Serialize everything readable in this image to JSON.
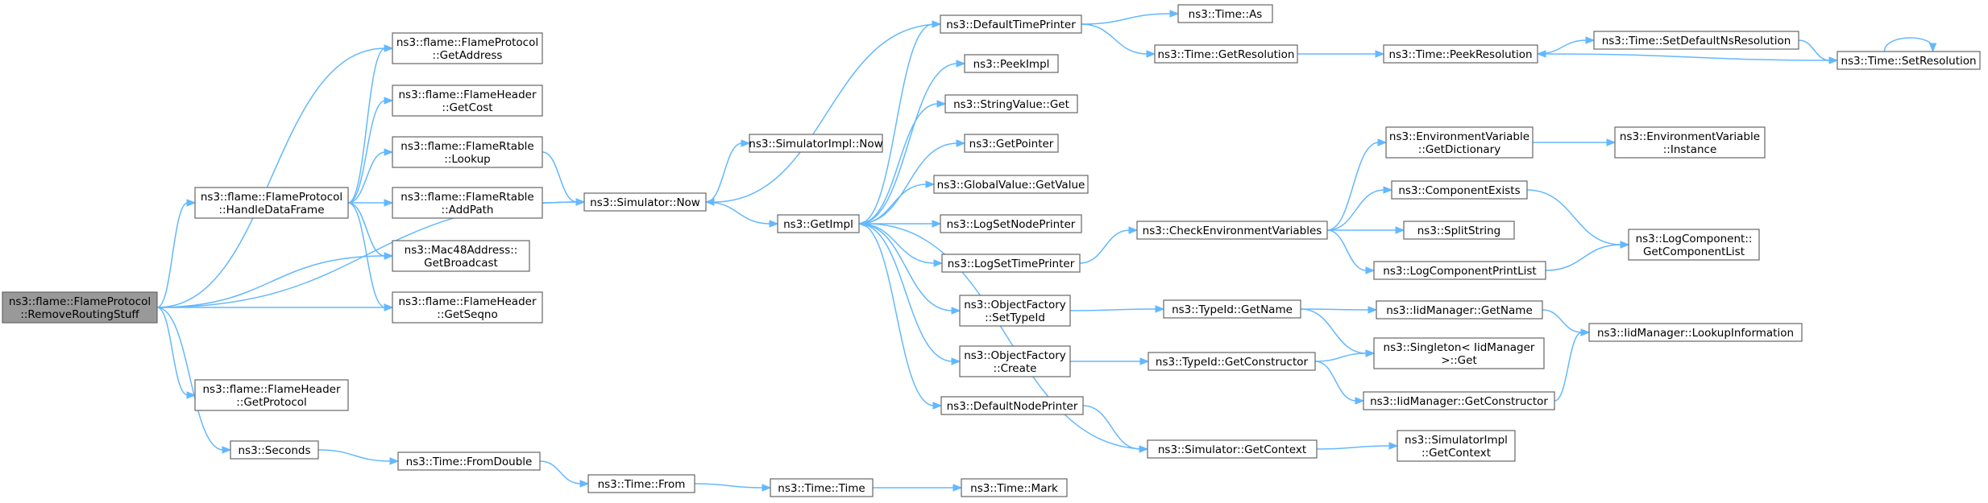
{
  "diagram": {
    "nodes": [
      {
        "id": "root",
        "lines": [
          "ns3::flame::FlameProtocol",
          "::RemoveRoutingStuff"
        ],
        "root": true
      },
      {
        "id": "handle",
        "lines": [
          "ns3::flame::FlameProtocol",
          "::HandleDataFrame"
        ]
      },
      {
        "id": "getproto",
        "lines": [
          "ns3::flame::FlameHeader",
          "::GetProtocol"
        ]
      },
      {
        "id": "seconds",
        "lines": [
          "ns3::Seconds"
        ]
      },
      {
        "id": "getaddr",
        "lines": [
          "ns3::flame::FlameProtocol",
          "::GetAddress"
        ]
      },
      {
        "id": "getcost",
        "lines": [
          "ns3::flame::FlameHeader",
          "::GetCost"
        ]
      },
      {
        "id": "lookup",
        "lines": [
          "ns3::flame::FlameRtable",
          "::Lookup"
        ]
      },
      {
        "id": "addpath",
        "lines": [
          "ns3::flame::FlameRtable",
          "::AddPath"
        ]
      },
      {
        "id": "bcast",
        "lines": [
          "ns3::Mac48Address::",
          "GetBroadcast"
        ]
      },
      {
        "id": "seqno",
        "lines": [
          "ns3::flame::FlameHeader",
          "::GetSeqno"
        ]
      },
      {
        "id": "simnow",
        "lines": [
          "ns3::Simulator::Now"
        ]
      },
      {
        "id": "implnow",
        "lines": [
          "ns3::SimulatorImpl::Now"
        ]
      },
      {
        "id": "getimpl",
        "lines": [
          "ns3::GetImpl"
        ]
      },
      {
        "id": "fromdouble",
        "lines": [
          "ns3::Time::FromDouble"
        ]
      },
      {
        "id": "from",
        "lines": [
          "ns3::Time::From"
        ]
      },
      {
        "id": "timetime",
        "lines": [
          "ns3::Time::Time"
        ]
      },
      {
        "id": "mark",
        "lines": [
          "ns3::Time::Mark"
        ]
      },
      {
        "id": "dtp",
        "lines": [
          "ns3::DefaultTimePrinter"
        ]
      },
      {
        "id": "peekimpl",
        "lines": [
          "ns3::PeekImpl"
        ]
      },
      {
        "id": "strget",
        "lines": [
          "ns3::StringValue::Get"
        ]
      },
      {
        "id": "getptr",
        "lines": [
          "ns3::GetPointer"
        ]
      },
      {
        "id": "gvget",
        "lines": [
          "ns3::GlobalValue::GetValue"
        ]
      },
      {
        "id": "lsnp",
        "lines": [
          "ns3::LogSetNodePrinter"
        ]
      },
      {
        "id": "lstp",
        "lines": [
          "ns3::LogSetTimePrinter"
        ]
      },
      {
        "id": "ofset",
        "lines": [
          "ns3::ObjectFactory",
          "::SetTypeId"
        ]
      },
      {
        "id": "ofcreate",
        "lines": [
          "ns3::ObjectFactory",
          "::Create"
        ]
      },
      {
        "id": "dnp",
        "lines": [
          "ns3::DefaultNodePrinter"
        ]
      },
      {
        "id": "timeas",
        "lines": [
          "ns3::Time::As"
        ]
      },
      {
        "id": "getres",
        "lines": [
          "ns3::Time::GetResolution"
        ]
      },
      {
        "id": "peekres",
        "lines": [
          "ns3::Time::PeekResolution"
        ]
      },
      {
        "id": "setdefres",
        "lines": [
          "ns3::Time::SetDefaultNsResolution"
        ]
      },
      {
        "id": "setres",
        "lines": [
          "ns3::Time::SetResolution"
        ]
      },
      {
        "id": "checkenv",
        "lines": [
          "ns3::CheckEnvironmentVariables"
        ]
      },
      {
        "id": "envdict",
        "lines": [
          "ns3::EnvironmentVariable",
          "::GetDictionary"
        ]
      },
      {
        "id": "envinst",
        "lines": [
          "ns3::EnvironmentVariable",
          "::Instance"
        ]
      },
      {
        "id": "compexists",
        "lines": [
          "ns3::ComponentExists"
        ]
      },
      {
        "id": "split",
        "lines": [
          "ns3::SplitString"
        ]
      },
      {
        "id": "lcpl",
        "lines": [
          "ns3::LogComponentPrintList"
        ]
      },
      {
        "id": "lcgcl",
        "lines": [
          "ns3::LogComponent::",
          "GetComponentList"
        ]
      },
      {
        "id": "tidname",
        "lines": [
          "ns3::TypeId::GetName"
        ]
      },
      {
        "id": "iidgetname",
        "lines": [
          "ns3::IidManager::GetName"
        ]
      },
      {
        "id": "singleton",
        "lines": [
          "ns3::Singleton< IidManager",
          ">::Get"
        ]
      },
      {
        "id": "tidctor",
        "lines": [
          "ns3::TypeId::GetConstructor"
        ]
      },
      {
        "id": "iidctor",
        "lines": [
          "ns3::IidManager::GetConstructor"
        ]
      },
      {
        "id": "iidlookup",
        "lines": [
          "ns3::IidManager::LookupInformation"
        ]
      },
      {
        "id": "simctx",
        "lines": [
          "ns3::Simulator::GetContext"
        ]
      },
      {
        "id": "implctx",
        "lines": [
          "ns3::SimulatorImpl",
          "::GetContext"
        ]
      }
    ],
    "edges": [
      [
        "root",
        "handle"
      ],
      [
        "root",
        "getaddr"
      ],
      [
        "root",
        "bcast"
      ],
      [
        "root",
        "seqno"
      ],
      [
        "root",
        "simnow"
      ],
      [
        "root",
        "getproto"
      ],
      [
        "root",
        "seconds"
      ],
      [
        "handle",
        "getaddr"
      ],
      [
        "handle",
        "getcost"
      ],
      [
        "handle",
        "lookup"
      ],
      [
        "handle",
        "addpath"
      ],
      [
        "handle",
        "bcast"
      ],
      [
        "handle",
        "seqno"
      ],
      [
        "lookup",
        "simnow"
      ],
      [
        "addpath",
        "simnow"
      ],
      [
        "simnow",
        "implnow"
      ],
      [
        "simnow",
        "getimpl"
      ],
      [
        "seconds",
        "fromdouble"
      ],
      [
        "fromdouble",
        "from"
      ],
      [
        "from",
        "timetime"
      ],
      [
        "timetime",
        "mark"
      ],
      [
        "getimpl",
        "dtp"
      ],
      [
        "getimpl",
        "peekimpl"
      ],
      [
        "getimpl",
        "strget"
      ],
      [
        "getimpl",
        "getptr"
      ],
      [
        "getimpl",
        "gvget"
      ],
      [
        "getimpl",
        "lsnp"
      ],
      [
        "getimpl",
        "lstp"
      ],
      [
        "getimpl",
        "ofset"
      ],
      [
        "getimpl",
        "ofcreate"
      ],
      [
        "getimpl",
        "dnp"
      ],
      [
        "dtp",
        "simnow"
      ],
      [
        "dtp",
        "timeas"
      ],
      [
        "dtp",
        "getres"
      ],
      [
        "getres",
        "peekres"
      ],
      [
        "peekres",
        "setdefres"
      ],
      [
        "setdefres",
        "setres"
      ],
      [
        "setres",
        "peekres"
      ],
      [
        "setres",
        "setres"
      ],
      [
        "lstp",
        "checkenv"
      ],
      [
        "checkenv",
        "envdict"
      ],
      [
        "checkenv",
        "compexists"
      ],
      [
        "checkenv",
        "split"
      ],
      [
        "checkenv",
        "lcpl"
      ],
      [
        "envdict",
        "envinst"
      ],
      [
        "compexists",
        "lcgcl"
      ],
      [
        "lcpl",
        "lcgcl"
      ],
      [
        "ofset",
        "tidname"
      ],
      [
        "tidname",
        "iidgetname"
      ],
      [
        "tidname",
        "singleton"
      ],
      [
        "iidgetname",
        "iidlookup"
      ],
      [
        "ofcreate",
        "tidctor"
      ],
      [
        "tidctor",
        "singleton"
      ],
      [
        "tidctor",
        "iidctor"
      ],
      [
        "iidctor",
        "iidlookup"
      ],
      [
        "dnp",
        "simctx"
      ],
      [
        "simctx",
        "getimpl"
      ],
      [
        "simctx",
        "implctx"
      ]
    ]
  }
}
